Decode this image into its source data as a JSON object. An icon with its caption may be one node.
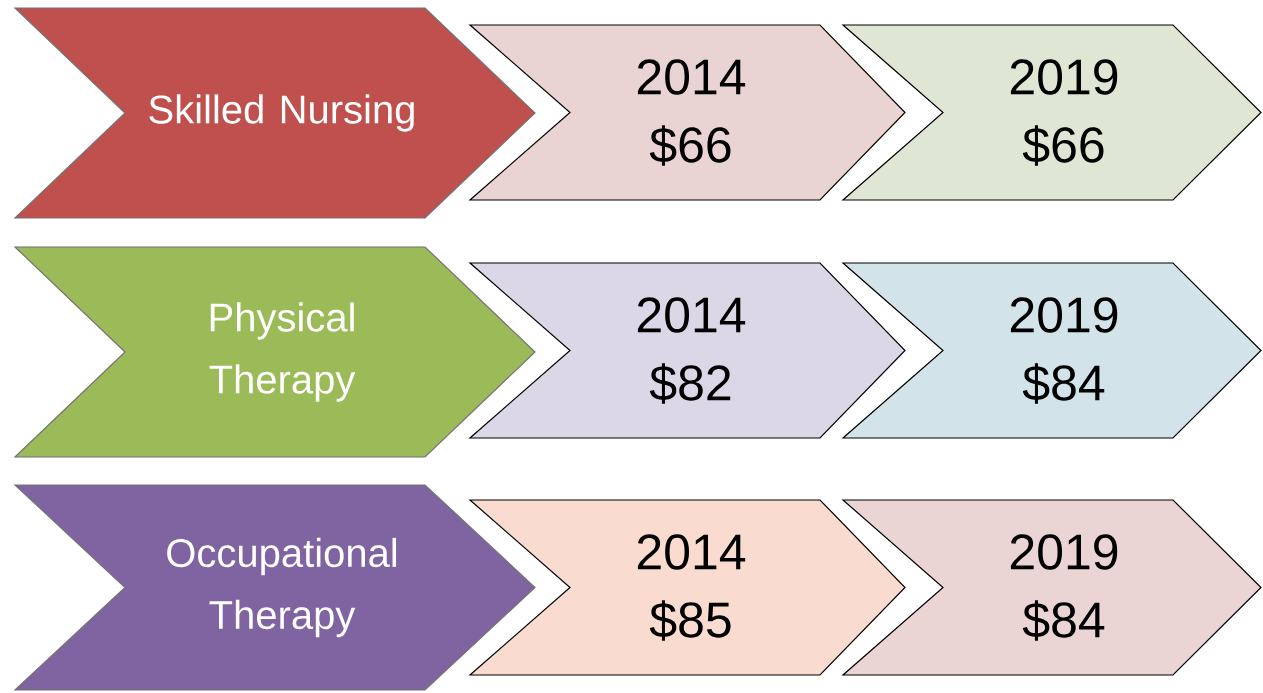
{
  "diagram": {
    "nodes": [
      {
        "text": [
          "Skilled Nursing"
        ]
      },
      {
        "text": [
          "2014",
          "$66"
        ]
      },
      {
        "text": [
          "2019",
          "$66"
        ]
      },
      {
        "text": [
          "Physical Therapy"
        ]
      },
      {
        "text": [
          "2014",
          "$82"
        ]
      },
      {
        "text": [
          "2019",
          "$84"
        ]
      },
      {
        "text": [
          "Occupational Therapy"
        ]
      },
      {
        "text": [
          "2014",
          "$85"
        ]
      },
      {
        "text": [
          "2019",
          "$84"
        ]
      }
    ]
  }
}
